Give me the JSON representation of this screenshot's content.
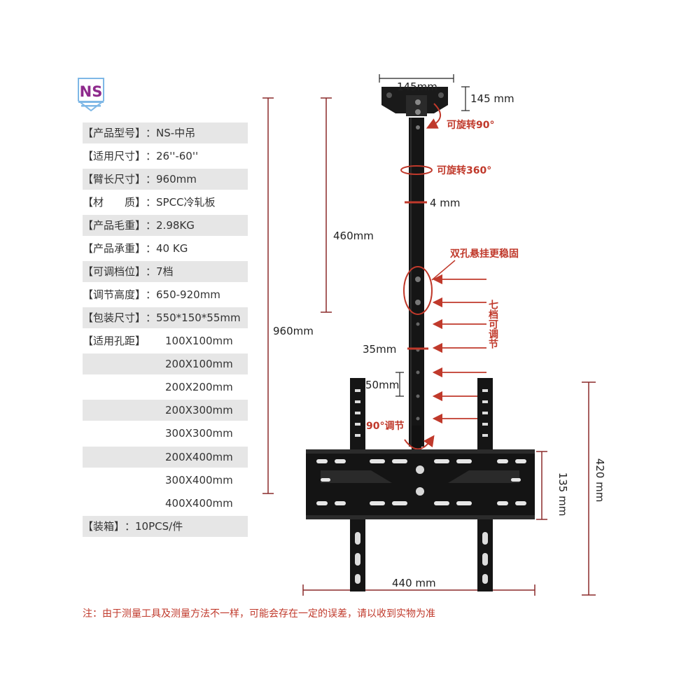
{
  "logo_text": "NS",
  "specs": [
    {
      "label": "【产品型号】",
      "value": "：NS-中吊"
    },
    {
      "label": "【适用尺寸】",
      "value": "：26''-60''"
    },
    {
      "label": "【臂长尺寸】",
      "value": "：960mm"
    },
    {
      "label": "【材　　质】",
      "value": "：SPCC冷轧板"
    },
    {
      "label": "【产品毛重】",
      "value": "：2.98KG"
    },
    {
      "label": "【产品承重】",
      "value": "：40 KG"
    },
    {
      "label": "【可调档位】",
      "value": "：7档"
    },
    {
      "label": "【调节高度】",
      "value": "：650-920mm"
    },
    {
      "label": "【包装尺寸】",
      "value": "：550*150*55mm"
    }
  ],
  "hole_spacing": {
    "label": "【适用孔距】",
    "values": [
      "100X100mm",
      "200X100mm",
      "200X200mm",
      "200X300mm",
      "300X300mm",
      "200X400mm",
      "300X400mm",
      "400X400mm"
    ]
  },
  "packing": {
    "label": "【装箱】",
    "value": "：10PCS/件"
  },
  "dimensions": {
    "top_plate_width": "145mm",
    "top_plate_height": "145 mm",
    "rotate_90": "可旋转90°",
    "rotate_360": "可旋转360°",
    "pipe_thickness": "4 mm",
    "upper_length": "460mm",
    "total_length": "960mm",
    "double_hole": "双孔悬挂更稳固",
    "seven_levels": "七档可调节",
    "hole_gap": "35mm",
    "step": "50mm",
    "tilt_90": "90°调节",
    "bracket_height": "135 mm",
    "bracket_width": "440 mm",
    "total_height": "420 mm"
  },
  "note": "注：由于测量工具及测量方法不一样，可能会存在一定的误差，请以收到实物为准"
}
